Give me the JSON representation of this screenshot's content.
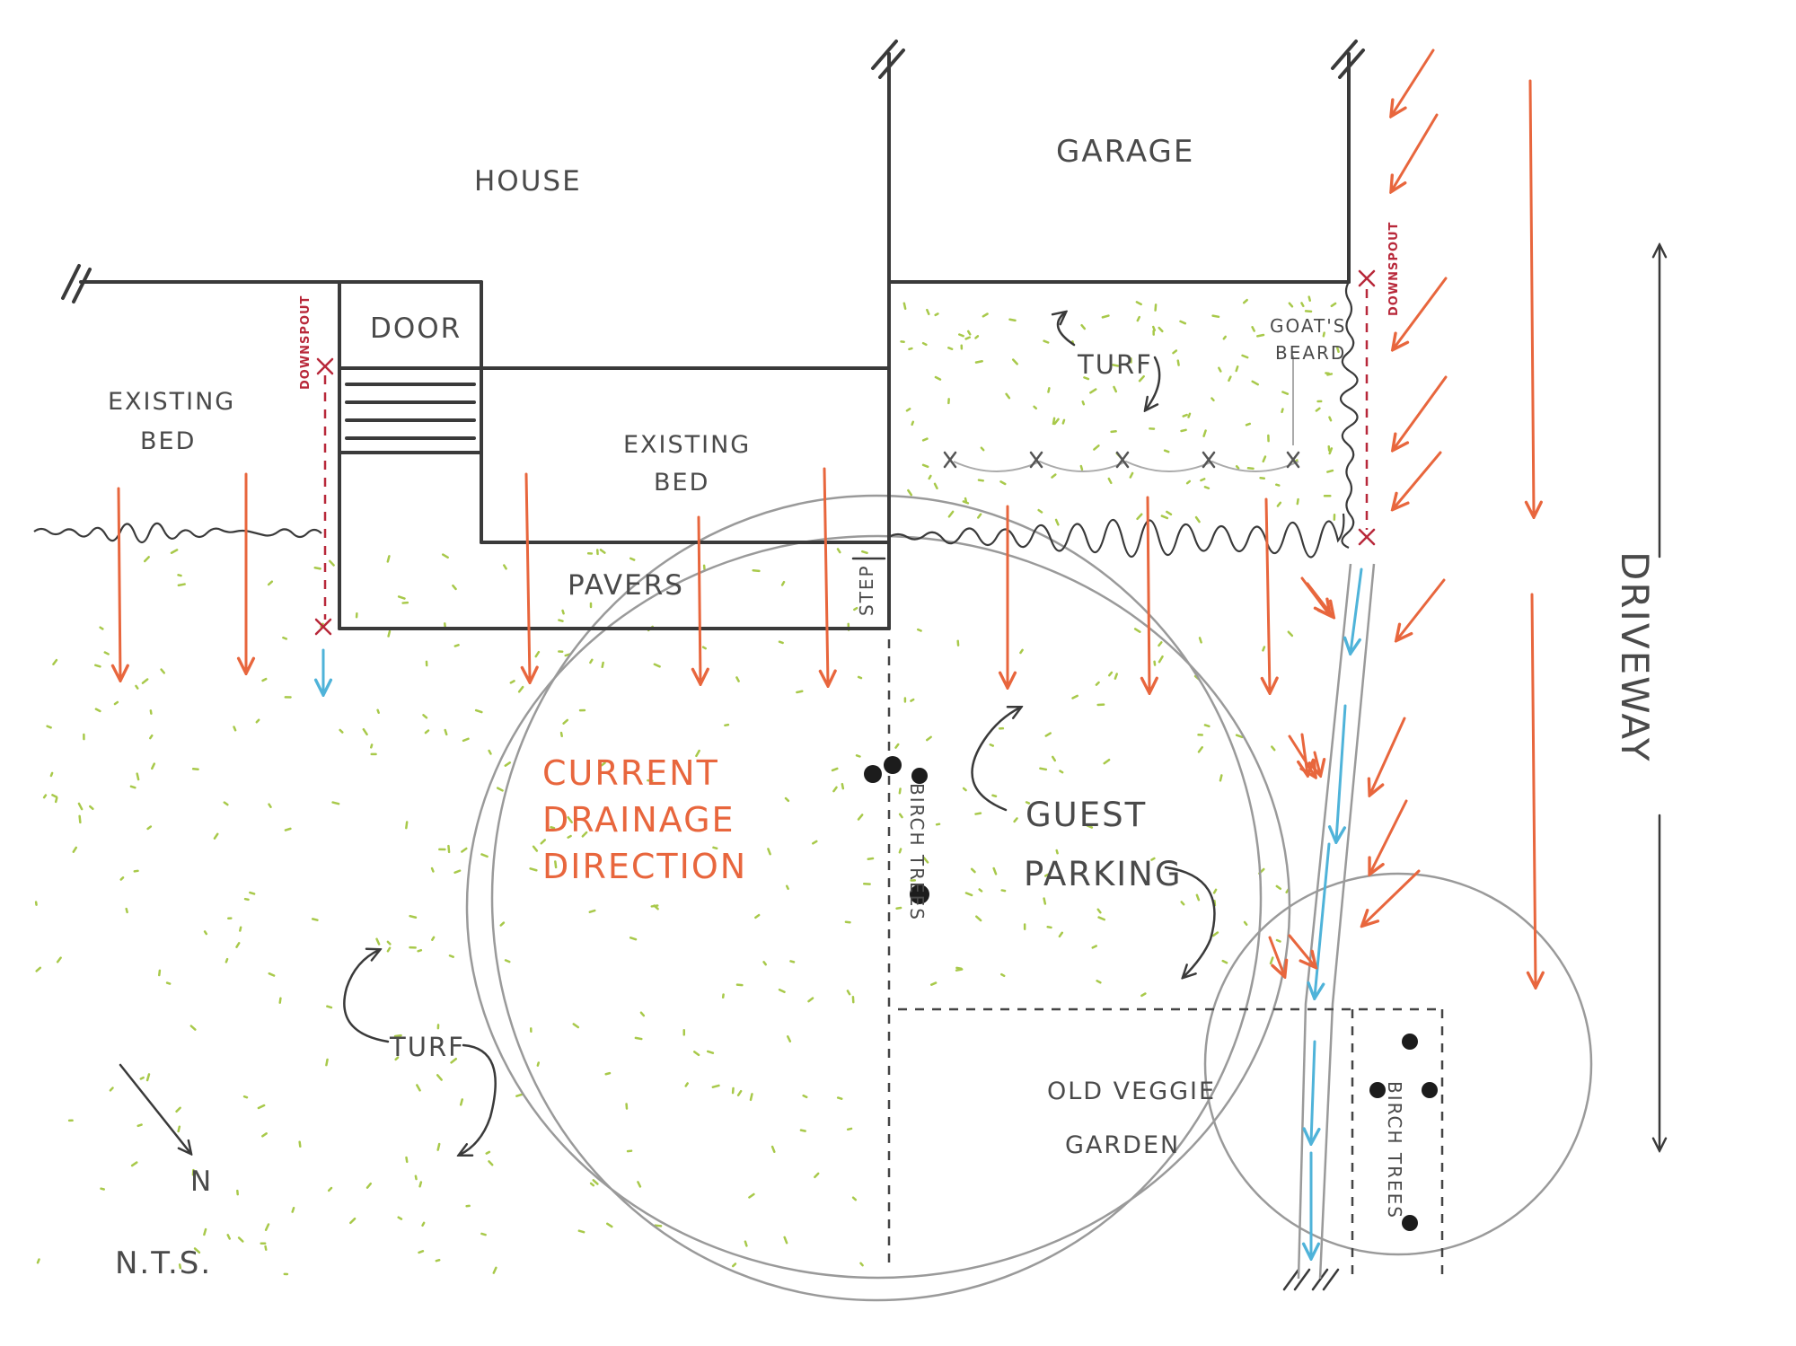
{
  "labels": {
    "house": "HOUSE",
    "garage": "GARAGE",
    "door": "DOOR",
    "existing_bed_left_line1": "EXISTING",
    "existing_bed_left_line2": "BED",
    "existing_bed_center_line1": "EXISTING",
    "existing_bed_center_line2": "BED",
    "pavers": "PAVERS",
    "step": "STEP",
    "turf_top": "TURF",
    "goats_beard_line1": "GOAT'S",
    "goats_beard_line2": "BEARD",
    "downspout_left": "DOWNSPOUT",
    "downspout_right": "DOWNSPOUT",
    "current_drainage_line1": "CURRENT",
    "current_drainage_line2": "DRAINAGE",
    "current_drainage_line3": "DIRECTION",
    "birch_trees_center": "BIRCH TREES",
    "guest_parking_line1": "GUEST",
    "guest_parking_line2": "PARKING",
    "turf_bottom": "TURF",
    "old_veggie_line1": "OLD VEGGIE",
    "old_veggie_line2": "GARDEN",
    "birch_trees_right": "BIRCH TREES",
    "driveway": "DRIVEWAY",
    "north": "N",
    "nts": "N.T.S."
  },
  "colors": {
    "structure": "#3a3a3a",
    "drainage_arrow": "#e8663d",
    "water_flow": "#4fb3d9",
    "downspout": "#b8283a",
    "grass": "#a8c94a",
    "circle": "#9a9a9a"
  }
}
